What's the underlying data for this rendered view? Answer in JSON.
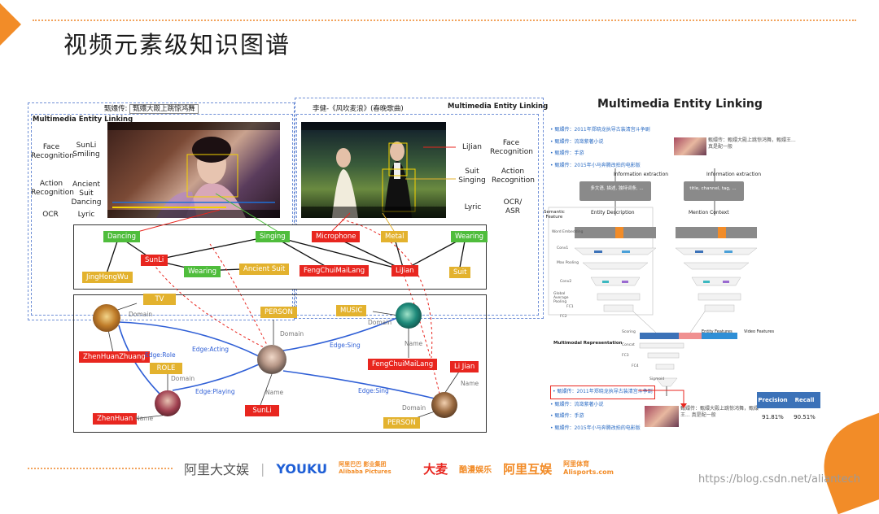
{
  "slide": {
    "title": "视频元素级知识图谱",
    "watermark": "https://blog.csdn.net/aliantech"
  },
  "left_panel": {
    "header_left": {
      "key": "甄嬛传:",
      "value": "甄嬛大殿上跳惊鸿舞"
    },
    "header_right": {
      "key": "李健-",
      "value": "《风吹麦浪》(春晚歌曲)"
    },
    "mel_title_left": "Multimedia Entity Linking",
    "mel_title_right": "Multimedia Entity Linking",
    "rows_left": [
      {
        "label": "Face\nRecognition",
        "value": "SunLi\nSmiling"
      },
      {
        "label": "Action\nRecognition",
        "value": "Ancient Suit\nDancing"
      },
      {
        "label": "OCR",
        "value": "Lyric"
      }
    ],
    "rows_right": [
      {
        "value": "LiJian",
        "label": "Face\nRecognition"
      },
      {
        "value": "Suit\nSinging",
        "label": "Action\nRecognition"
      },
      {
        "value": "Lyric",
        "label": "OCR/\nASR"
      }
    ],
    "graph1_tags": {
      "dancing": "Dancing",
      "jinghongwu": "JingHongWu",
      "sunli": "SunLi",
      "wearing1": "Wearing",
      "ancient_suit": "Ancient Suit",
      "singing": "Singing",
      "fengchui": "FengChuiMaiLang",
      "microphone": "Microphone",
      "metal": "Metal",
      "lijian": "LiJian",
      "wearing2": "Wearing",
      "suit": "Suit"
    },
    "graph2": {
      "tv": "TV",
      "domain": "Domain",
      "zhenhuanzhuang": "ZhenHuanZhuang",
      "edge_role": "Edge:Role",
      "role": "ROLE",
      "zhenhuan": "ZhenHuan",
      "name": "Name",
      "edge_acting": "Edge:Acting",
      "edge_playing": "Edge:Playing",
      "person": "PERSON",
      "sunli": "SunLi",
      "music": "MUSIC",
      "edge_sing1": "Edge:Sing",
      "edge_sing2": "Edge:Sing",
      "fengchui": "FengChuiMaiLang",
      "lijian": "Li Jian",
      "person2": "PERSON"
    }
  },
  "right_panel": {
    "title": "Multimedia Entity Linking",
    "top_list": [
      "甄嬛传：2011年郑晓龙执导古装清宫斗争剧",
      "甄嬛传：流潋紫著小说",
      "甄嬛传：手游",
      "甄嬛传：2015年小马奔腾改拍的电影版"
    ],
    "info_extraction": "Information extraction",
    "left_box": "多文语, 描述, 独特词条, ...",
    "right_box": "title, channel, tag, ...",
    "semantic_feature": "Semantic\nFeature",
    "entity_description": "Entity Description",
    "mention_context": "Mention Context",
    "layers": [
      "Word Embedding",
      "Conv1",
      "Max Pooling",
      "Conv2",
      "Global Average\nPooling",
      "FC1",
      "FC2"
    ],
    "multimodal_representation": "Multimodal Representation",
    "scoring": "Scoring",
    "concat": "Concat",
    "fc3": "FC3",
    "fc4": "FC4",
    "sigmoid": "Sigmoid",
    "entity_features": "Entity Features",
    "video_features": "Video Features",
    "video_caption": "甄嬛传：甄嬛大殿上跳惊鸿舞，甄嬛王... 真是配一般",
    "bottom_list": [
      "甄嬛传：2011年郑晓龙执导古装清宫斗争剧",
      "甄嬛传：流潋紫著小说",
      "甄嬛传：手游",
      "甄嬛传：2015年小马奔腾改拍的电影版"
    ],
    "metrics": {
      "precision_label": "Precision",
      "recall_label": "Recall",
      "precision": "91.81%",
      "recall": "90.51%"
    }
  },
  "footer": {
    "brands": [
      "阿里大文娱",
      "YOUKU",
      "阿里巴巴 影业集团 Alibaba Pictures",
      "大麦",
      "酷漫娱乐",
      "阿里互娱",
      "阿里体育 Alisports.com"
    ]
  },
  "colors": {
    "orange": "#f28c28",
    "green_tag": "#4fbd3c",
    "red_tag": "#e8261f",
    "yellow_tag": "#e3b22e",
    "edge_blue": "#2f5fd6",
    "metric_blue": "#3c72b8"
  }
}
